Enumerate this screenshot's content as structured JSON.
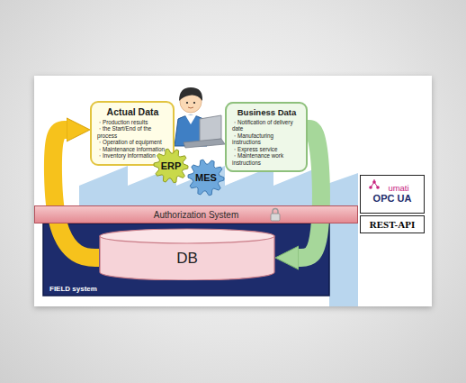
{
  "diagram": {
    "nodes": [
      {
        "text": [
          "Actual Data",
          "・Production results",
          "・the Start/End of the process",
          "・Operation of equipment",
          "・Maintenance information",
          "・Inventory information"
        ]
      },
      {
        "text": [
          "Business Data",
          "・Notification of delivery date",
          "・Manufacturing instructions",
          "・Express service",
          "・Maintenance work instructions"
        ]
      },
      {
        "text": [
          "ERP"
        ]
      },
      {
        "text": [
          "MES"
        ]
      },
      {
        "text": [
          "FIELD system"
        ]
      },
      {
        "text": [
          "DB"
        ],
        "in": 4
      },
      {
        "text": [
          "Authorization System"
        ]
      },
      {
        "text": [
          "umati",
          "OPC UA"
        ]
      },
      {
        "text": [
          "REST-API"
        ]
      }
    ],
    "edges": [
      {
        "from": 5,
        "to": 0,
        "arrow": "to"
      },
      {
        "from": 1,
        "to": 5,
        "arrow": "to"
      }
    ]
  }
}
